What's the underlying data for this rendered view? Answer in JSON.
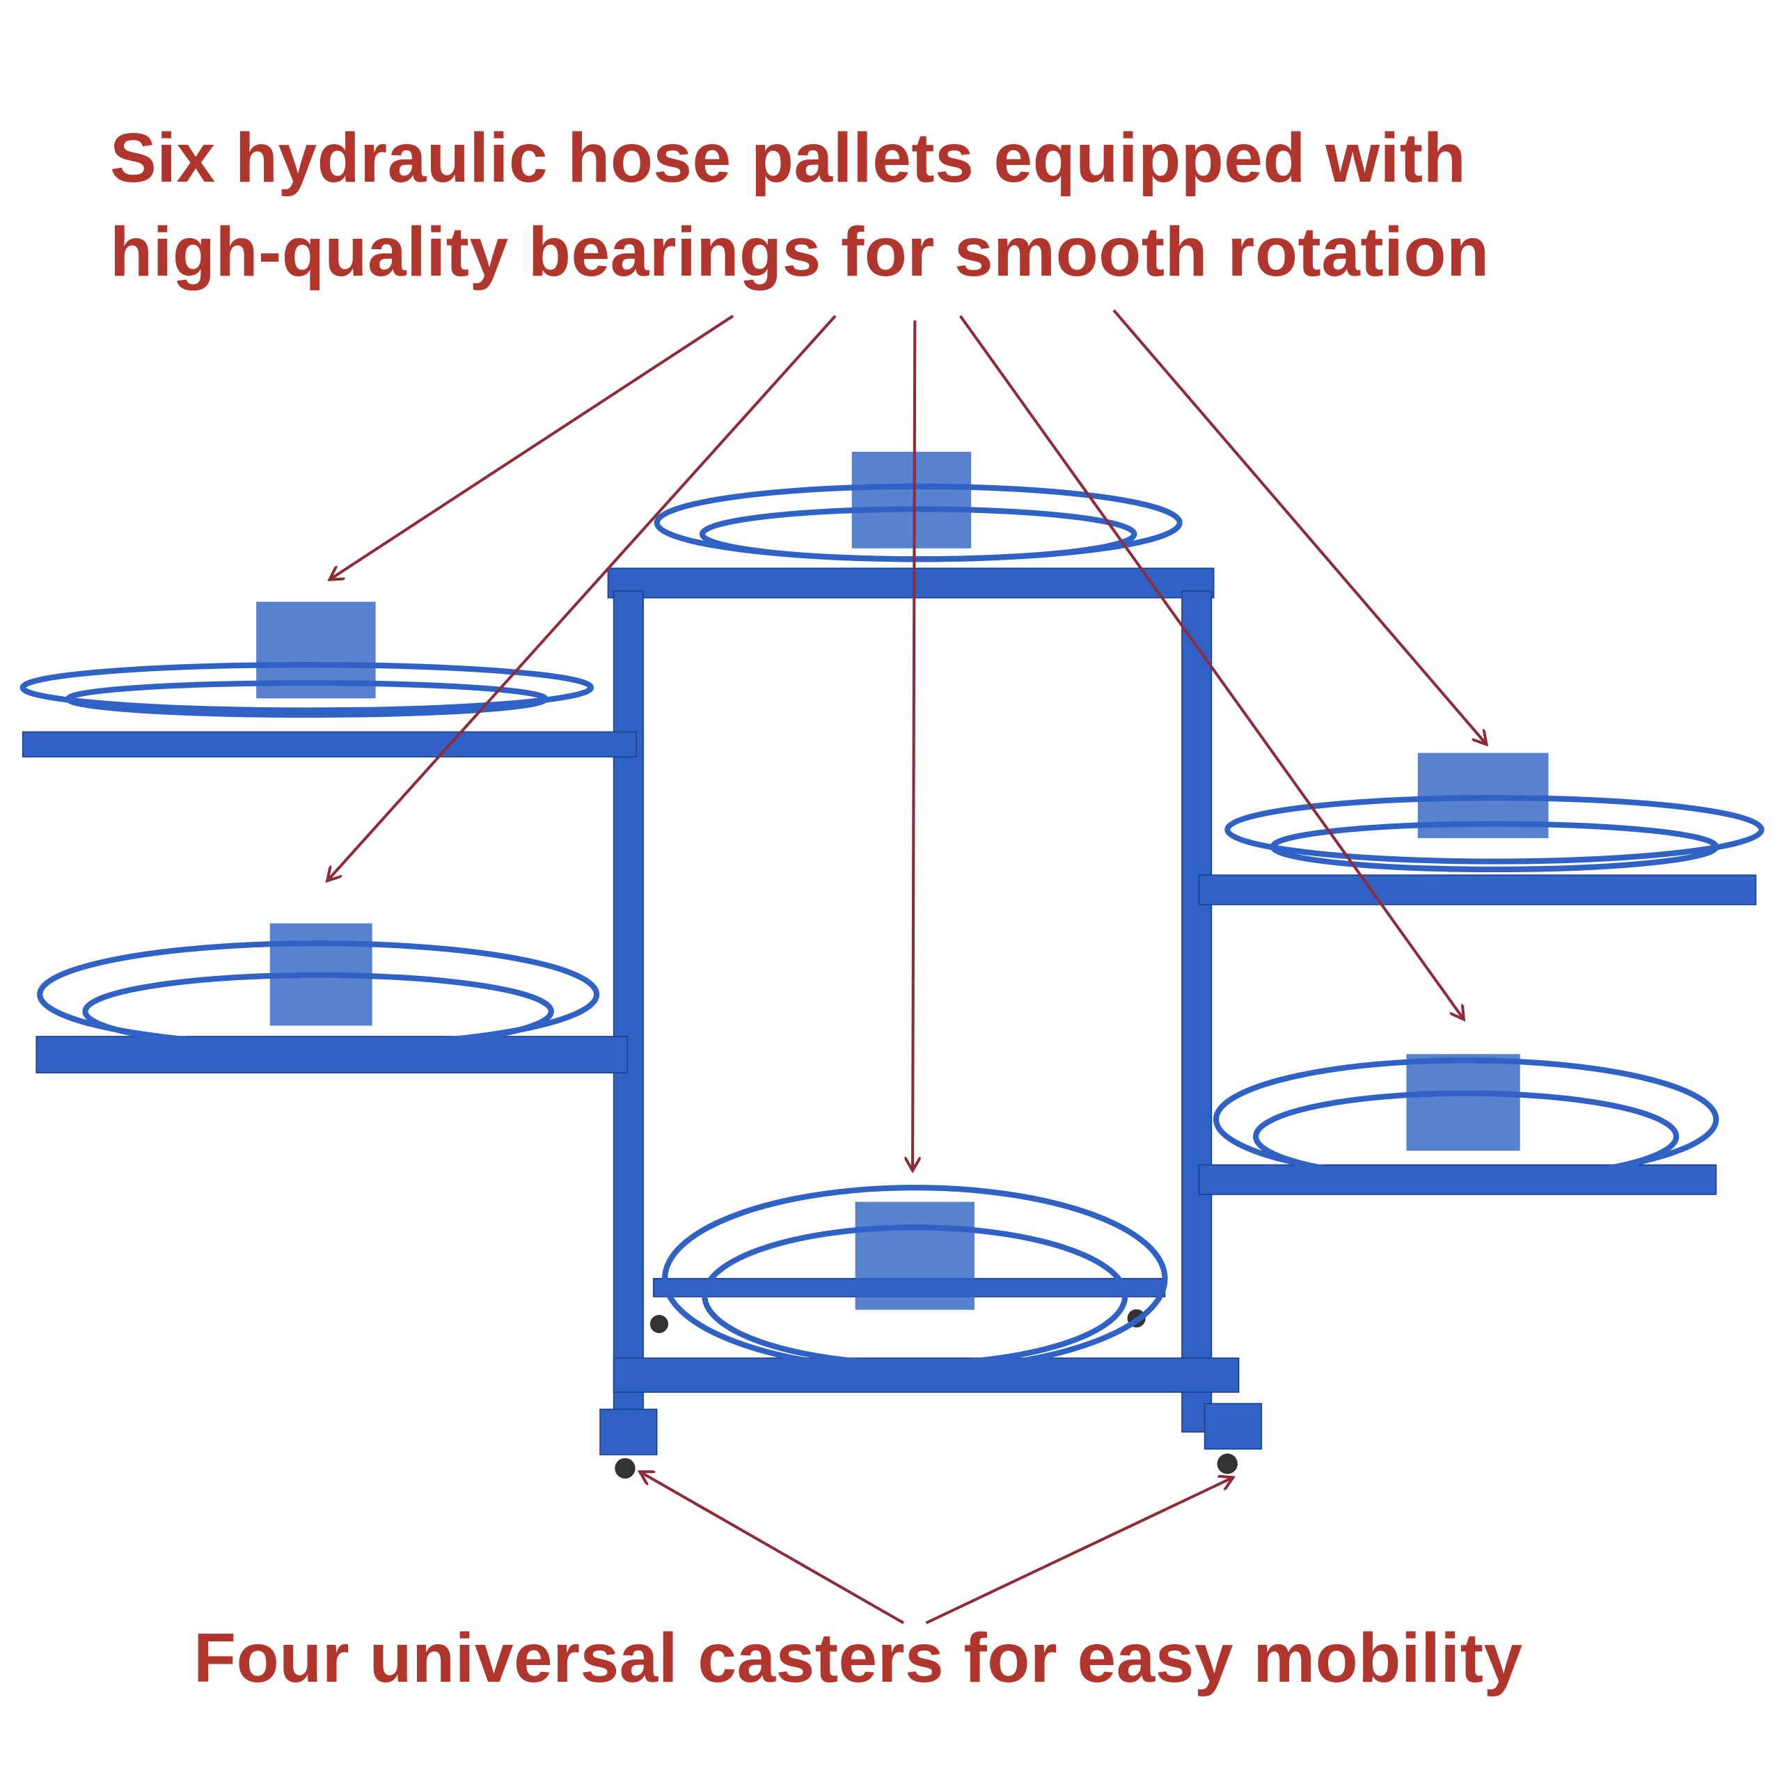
{
  "headline": {
    "line1": "Six hydraulic hose pallets equipped with",
    "line2": "high-quality bearings for smooth rotation"
  },
  "caption": "Four universal casters for easy mobility",
  "colors": {
    "text": "#b0352c",
    "arrow": "#8e2b38",
    "frame": "#2f62c4"
  }
}
